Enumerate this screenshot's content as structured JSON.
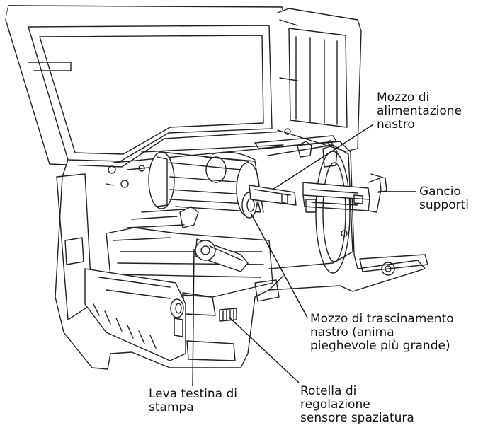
{
  "labels": {
    "ribbon_supply_hub": [
      "Mozzo di",
      "alimentazione",
      "nastro"
    ],
    "media_hanger": [
      "Gancio",
      "supporti"
    ],
    "ribbon_takeup_hub": [
      "Mozzo di trascinamento",
      "nastro (anima",
      "pieghevole più grande)"
    ],
    "printhead_lever": [
      "Leva testina di",
      "stampa"
    ],
    "sensor_adjust_wheel": [
      "Rotella di",
      "regolazione",
      "sensore spaziatura"
    ]
  }
}
